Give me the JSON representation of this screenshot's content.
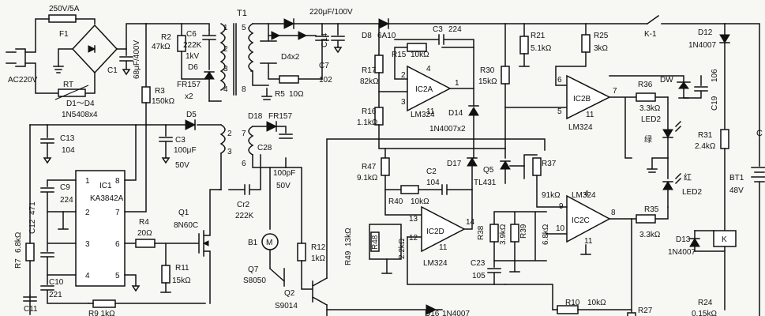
{
  "labels": {
    "fuse_rating": "250V/5A",
    "F1": "F1",
    "ac_input": "AC220V",
    "RT": "RT",
    "bridge": "D1～D4",
    "bridge_part": "1N5408x4",
    "C1": "C1",
    "C1_val": "68μF/400V",
    "R2": "R2",
    "R2_val": "47kΩ",
    "C6": "C6",
    "C6_val": "222K",
    "C6_v": "1kV",
    "D6": "D6",
    "D6_part": "FR157",
    "D6_x": "x2",
    "R3": "R3",
    "R3_val": "150kΩ",
    "D5": "D5",
    "T1": "T1",
    "C13": "C13",
    "C13_val": "104",
    "C3a": "C3",
    "C3a_val": "100μF",
    "C3a_v": "50V",
    "IC1": "IC1",
    "IC1_part": "KA3842A",
    "C9": "C9",
    "C9_val": "224",
    "C12": "C12",
    "C12_val": "471",
    "R7": "R7",
    "R7_val": "6.8kΩ",
    "C10": "C10",
    "C10_val": "221",
    "C11": "C11",
    "R4": "R4",
    "R4_val": "20Ω",
    "Q1": "Q1",
    "Q1_part": "8N60C",
    "R11": "R11",
    "R11_val": "15kΩ",
    "cap_top": "220μF/100V",
    "C14": "C14",
    "D4x2": "D4x2",
    "C7": "C7",
    "C7_val": "102",
    "R5": "R5",
    "R5_val": "10Ω",
    "D8": "D8",
    "D8_part": "6A10",
    "D18": "D18",
    "D18_part": "FR157",
    "C28": "C28",
    "C28_val": "100pF",
    "C28_v": "50V",
    "Cr2": "Cr2",
    "Cr2_val": "222K",
    "B1": "B1",
    "M": "M",
    "Q7": "Q7",
    "Q7_part": "S8050",
    "Q2": "Q2",
    "Q2_part": "S9014",
    "R12": "R12",
    "R12_val": "1kΩ",
    "C3b": "C3",
    "C3b_val": "224",
    "R15": "R15",
    "R15_val": "10kΩ",
    "R17": "R17",
    "R17_val": "82kΩ",
    "IC2A": "IC2A",
    "LM324": "LM324",
    "D14": "D14",
    "D14_part": "1N4007x2",
    "R16": "R16",
    "R16_val": "1.1kΩ",
    "R47": "R47",
    "R47_val": "9.1kΩ",
    "C2": "C2",
    "C2_val": "104",
    "D17": "D17",
    "R40": "R40",
    "R40_val": "10kΩ",
    "IC2D": "IC2D",
    "R48": "R48",
    "R48_val": "2.2kΩ",
    "R49": "R49",
    "R49_val": "13kΩ",
    "D16": "D16",
    "D16_part": "1N4007",
    "R21": "R21",
    "R21_val": "5.1kΩ",
    "R30": "R30",
    "R30_val": "15kΩ",
    "Q5": "Q5",
    "Q5_part": "TL431",
    "R37": "R37",
    "R37_val": "91kΩ",
    "C23": "C23",
    "C23_val": "105",
    "R38": "R38",
    "R38_val": "3.9kΩ",
    "R39": "R39",
    "R39_val": "6.8kΩ",
    "IC2C": "IC2C",
    "R10": "R10",
    "R10_val": "10kΩ",
    "R25": "R25",
    "R25_val": "3kΩ",
    "IC2B": "IC2B",
    "R36": "R36",
    "R36_val": "3.3kΩ",
    "LED2a": "LED2",
    "green": "绿",
    "red": "红",
    "LED2b": "LED2",
    "R35": "R35",
    "R35_val": "3.3kΩ",
    "K1": "K-1",
    "D12": "D12",
    "D12_part": "1N4007",
    "DW": "DW",
    "C19": "C19",
    "C19_val": "106",
    "R31": "R31",
    "R31_val": "2.4kΩ",
    "BT1": "BT1",
    "BT1_val": "48V",
    "D13": "D13",
    "D13_part": "1N4007",
    "K": "K",
    "R27": "R27",
    "R24": "R24",
    "R24_val": "0.15kΩ",
    "R9": "R9 1kΩ",
    "C_edge": "C"
  },
  "pins": {
    "p1": "1",
    "p2": "2",
    "p3": "3",
    "p4": "4",
    "p5": "5",
    "p6": "6",
    "p7": "7",
    "p8": "8",
    "p9": "9",
    "p10": "10",
    "p11": "11",
    "p12": "12",
    "p13": "13",
    "p14": "14"
  }
}
